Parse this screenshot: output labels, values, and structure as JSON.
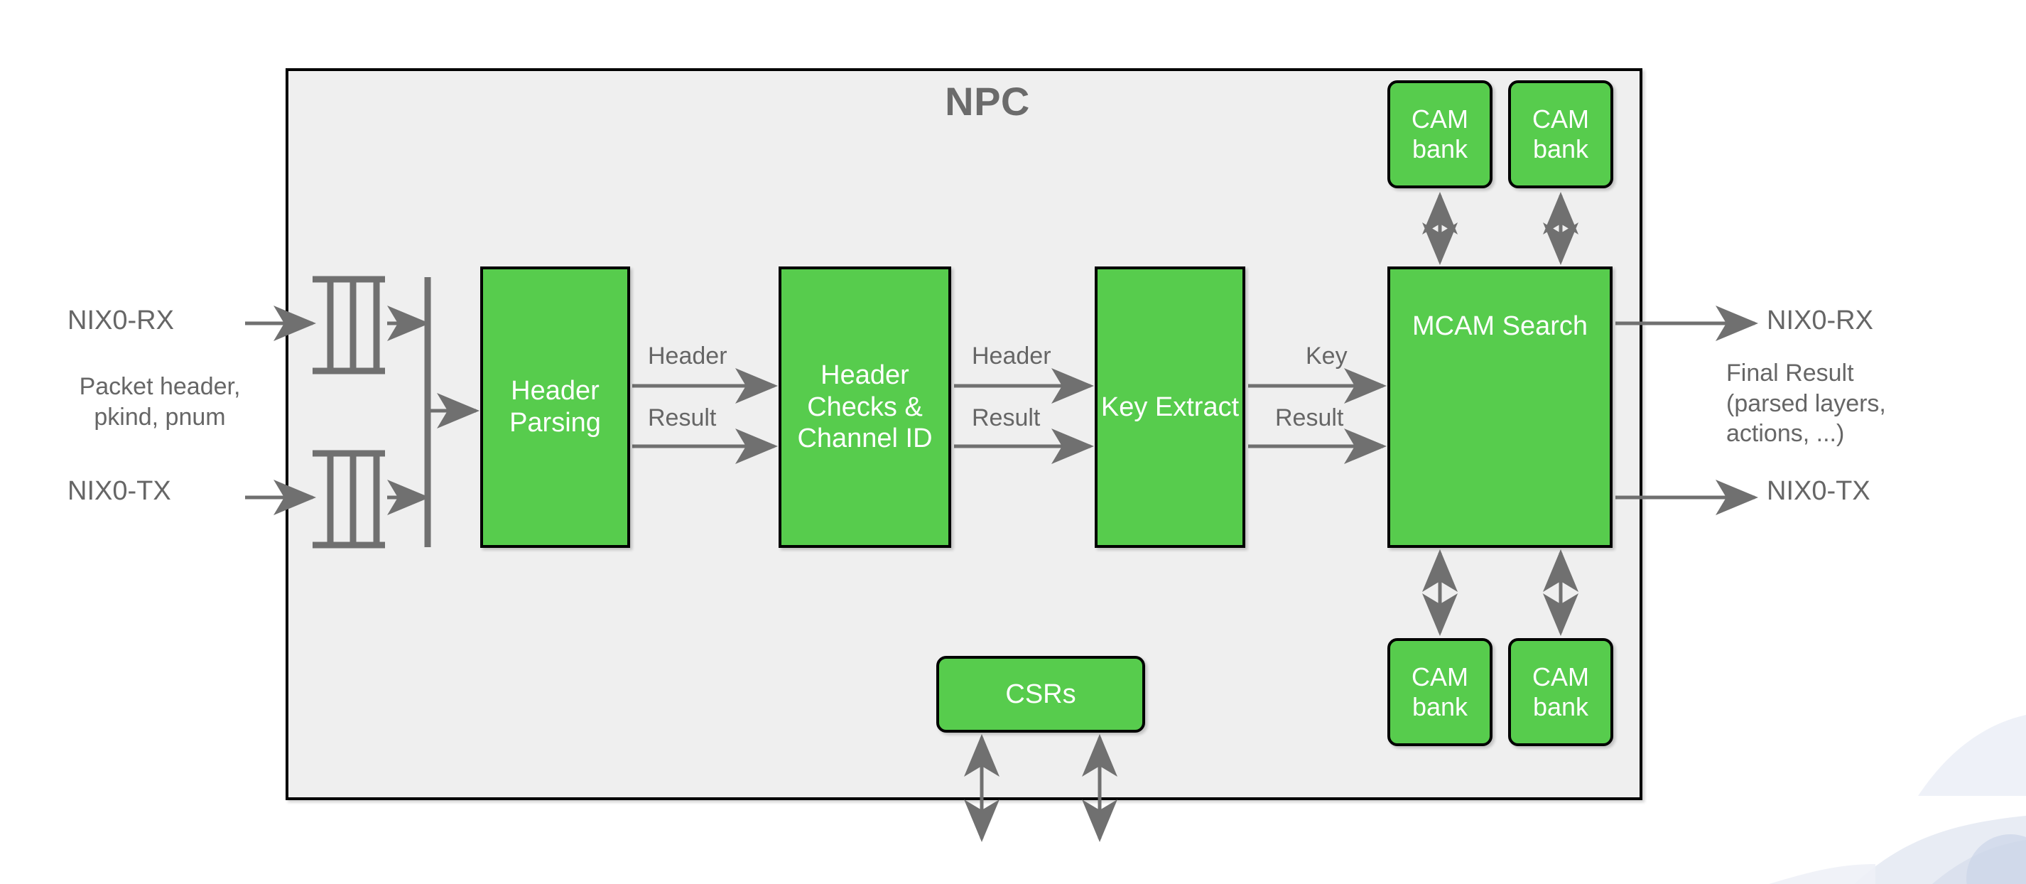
{
  "diagram": {
    "title": "NPC",
    "container_fill": "#efefef",
    "block_fill": "#57cc4d",
    "block_border": "#000000",
    "text_gray": "#666666",
    "block_text": "#ffffff"
  },
  "inputs": {
    "rx_label": "NIX0-RX",
    "description": "Packet header,\npkind, pnum",
    "tx_label": "NIX0-TX"
  },
  "outputs": {
    "rx_label": "NIX0-RX",
    "description": "Final Result\n(parsed layers,\nactions, ...)",
    "tx_label": "NIX0-TX"
  },
  "blocks": {
    "header_parsing": "Header\nParsing",
    "header_checks": "Header\nChecks &\nChannel\nID",
    "key_extract": "Key\nExtract",
    "mcam_search": "MCAM\nSearch",
    "csrs": "CSRs",
    "cam_bank_top_left": "CAM\nbank",
    "cam_bank_top_right": "CAM\nbank",
    "cam_bank_bottom_left": "CAM\nbank",
    "cam_bank_bottom_right": "CAM\nbank"
  },
  "edge_labels": {
    "header_1": "Header",
    "result_1": "Result",
    "header_2": "Header",
    "result_2": "Result",
    "key": "Key",
    "result_3": "Result"
  }
}
